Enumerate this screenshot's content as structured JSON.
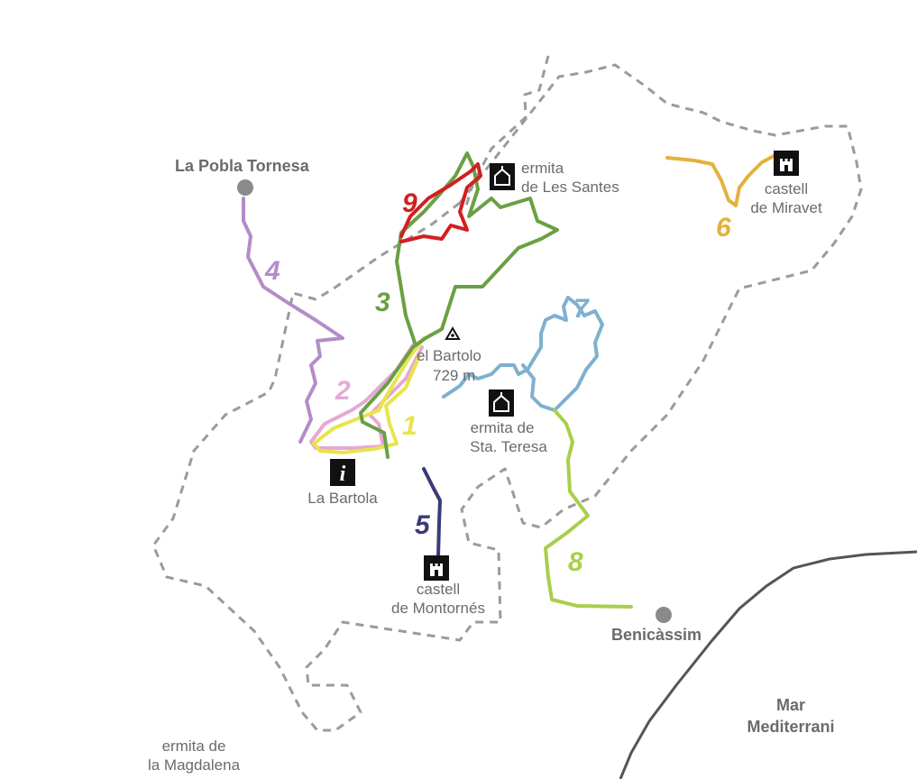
{
  "colors": {
    "boundary": "#9b9b9b",
    "coast": "#555555",
    "label": "#6b6b6b",
    "route_1": "#e8e44a",
    "route_2": "#e6a8d4",
    "route_3": "#6aa043",
    "route_4": "#b48cc8",
    "route_5": "#3a3a78",
    "route_6": "#e3b23c",
    "route_7": "#7fb0cf",
    "route_8": "#a8cf4a",
    "route_9": "#d21f1f"
  },
  "places": {
    "la_pobla_tornesa": "La Pobla Tornesa",
    "benicassim": "Benicàssim",
    "mar_line1": "Mar",
    "mar_line2": "Mediterrani"
  },
  "pois": {
    "les_santes_line1": "ermita",
    "les_santes_line2": "de Les Santes",
    "miravet_line1": "castell",
    "miravet_line2": "de Miravet",
    "bartolo_line1": "el Bartolo",
    "bartolo_line2": "729 m",
    "sta_teresa_line1": "ermita de",
    "sta_teresa_line2": "Sta. Teresa",
    "la_bartola": "La Bartola",
    "montornes_line1": "castell",
    "montornes_line2": "de Montornés",
    "magdalena_line1": "ermita de",
    "magdalena_line2": "la Magdalena"
  },
  "icons": {
    "hermitage": "hermitage-icon",
    "castle": "castle-icon",
    "info": "info-icon",
    "summit": "summit-triangle-icon",
    "town": "town-dot-icon"
  },
  "routes": [
    {
      "number": "1",
      "color_key": "route_1"
    },
    {
      "number": "2",
      "color_key": "route_2"
    },
    {
      "number": "3",
      "color_key": "route_3"
    },
    {
      "number": "4",
      "color_key": "route_4"
    },
    {
      "number": "5",
      "color_key": "route_5"
    },
    {
      "number": "6",
      "color_key": "route_6"
    },
    {
      "number": "7",
      "color_key": "route_7"
    },
    {
      "number": "8",
      "color_key": "route_8"
    },
    {
      "number": "9",
      "color_key": "route_9"
    }
  ]
}
